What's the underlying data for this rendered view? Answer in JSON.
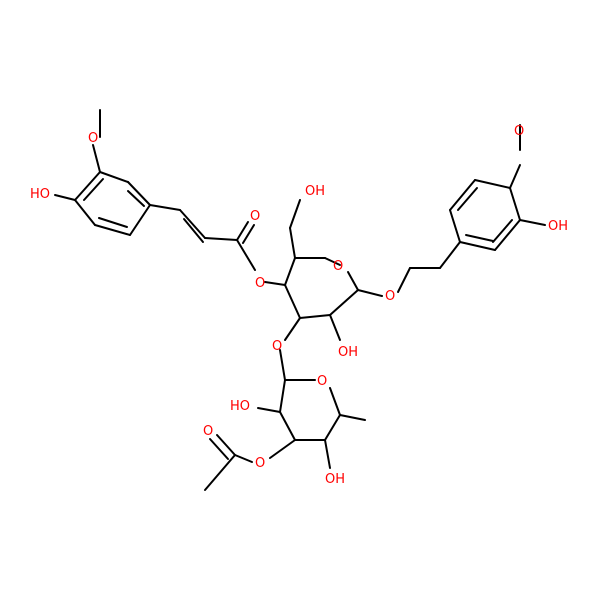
{
  "atom_labels": {
    "methoxy_left": "O",
    "hydroxy_left": "HO",
    "ester_carbonyl_o": "O",
    "ester_o": "O",
    "hydroxymethyl_oh": "OH",
    "ring_o_upper": "O",
    "glycoside_o": "O",
    "ring_oh_upper": "OH",
    "methoxy_right": "O",
    "hydroxy_right": "OH",
    "linker_o": "O",
    "ring_o_lower": "O",
    "ring_oh_left_lower": "HO",
    "acetate_o": "O",
    "acetyl_carbonyl_o": "O",
    "ring_oh_lower": "OH"
  },
  "colors": {
    "bond": "#000000",
    "heteroatom": "#ff0000"
  }
}
